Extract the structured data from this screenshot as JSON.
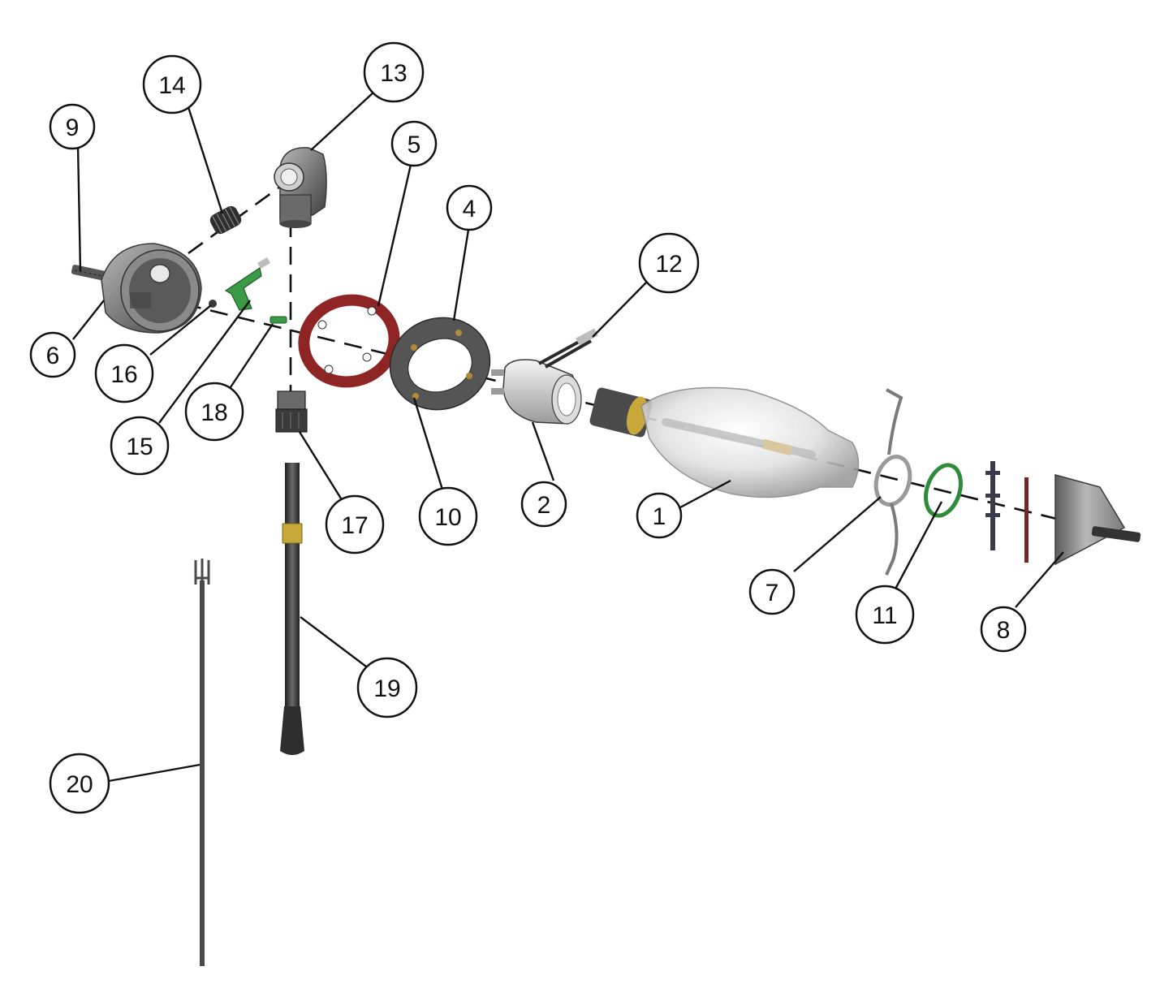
{
  "callouts": [
    {
      "label": "1"
    },
    {
      "label": "2"
    },
    {
      "label": "4"
    },
    {
      "label": "5"
    },
    {
      "label": "6"
    },
    {
      "label": "7"
    },
    {
      "label": "8"
    },
    {
      "label": "9"
    },
    {
      "label": "10"
    },
    {
      "label": "11"
    },
    {
      "label": "12"
    },
    {
      "label": "13"
    },
    {
      "label": "14"
    },
    {
      "label": "15"
    },
    {
      "label": "16"
    },
    {
      "label": "17"
    },
    {
      "label": "18"
    },
    {
      "label": "19"
    },
    {
      "label": "20"
    }
  ],
  "colors": {
    "gasket_red": "#8e2424",
    "gasket_dark": "#555555",
    "spring_green": "#2e8b3a",
    "metal_grey": "#8a8a8a",
    "tube_dark": "#3e3e3e",
    "brass": "#c8a838",
    "glass": "#d9d9d9"
  }
}
